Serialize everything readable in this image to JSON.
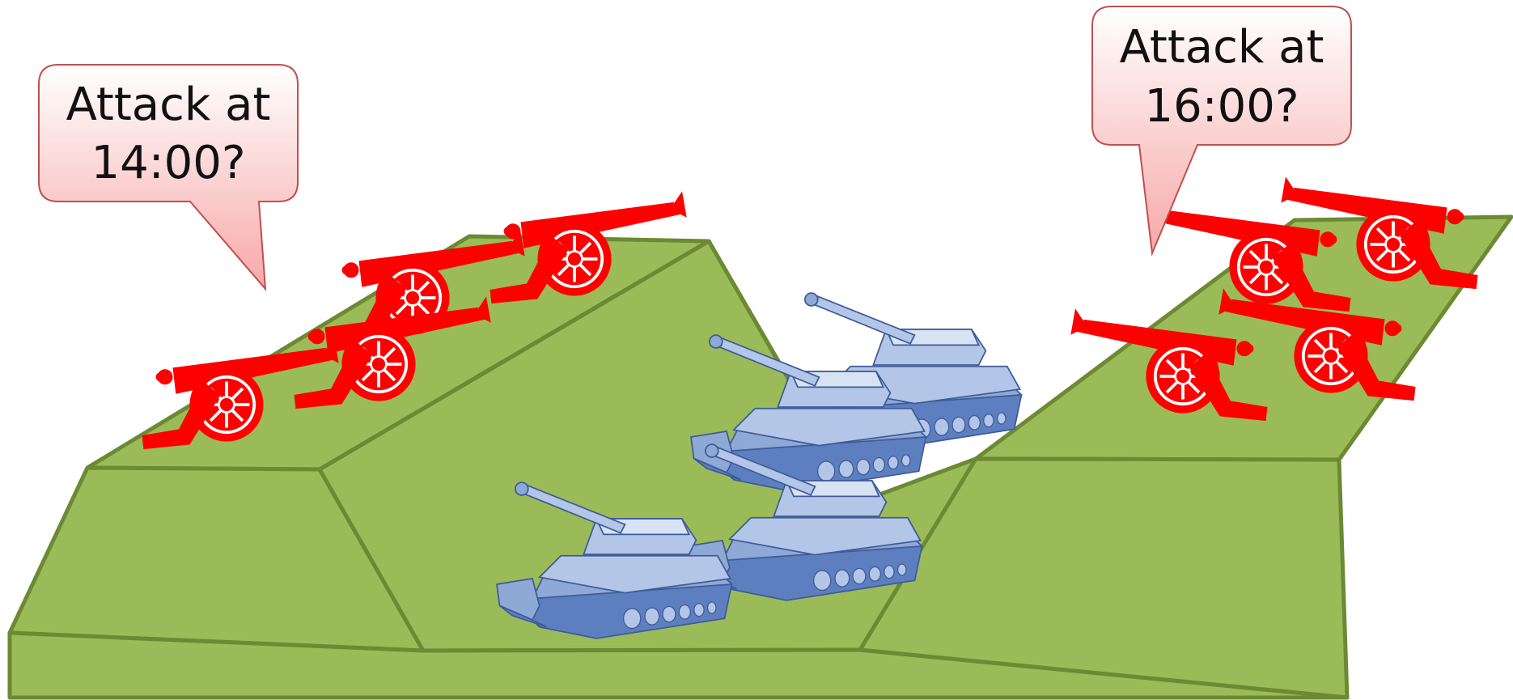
{
  "callouts": [
    {
      "line1": "Attack at",
      "line2": "14:00?"
    },
    {
      "line1": "Attack at",
      "line2": "16:00?"
    }
  ],
  "colors": {
    "terrain_fill": "#9bbb59",
    "terrain_edge": "#6b8a33",
    "cannon": "#ff0000",
    "tank_light": "#b3c6e7",
    "tank_mid": "#8fa9d6",
    "tank_dark": "#5e7fbf",
    "bubble_fill_top": "#ffffff",
    "bubble_fill_bottom": "#f7a8a8",
    "bubble_edge": "#c0504d"
  },
  "icons": {
    "cannon": "cannon-icon",
    "tank": "tank-icon",
    "speech_bubble": "speech-bubble"
  }
}
